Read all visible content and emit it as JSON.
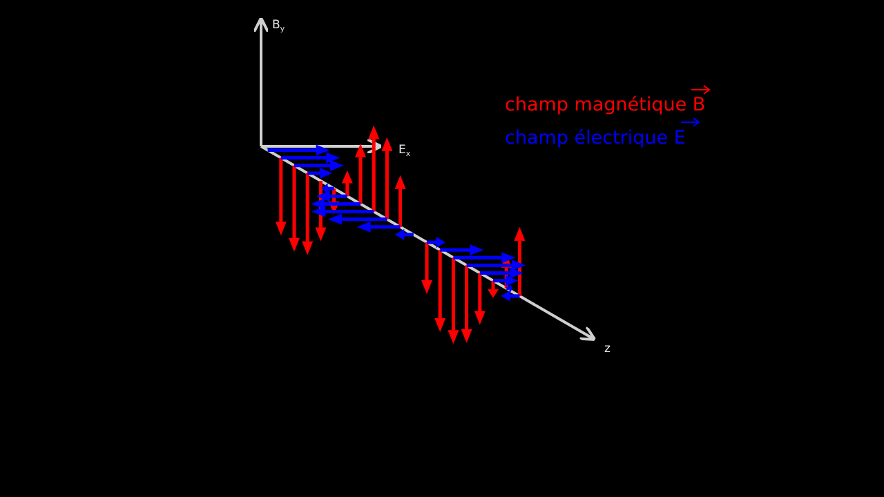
{
  "axes": {
    "vertical_label": "B",
    "vertical_subscript": "y",
    "horizontal_label": "E",
    "horizontal_subscript": "x",
    "propagation_label": "z"
  },
  "legend": {
    "magnetic_text": "champ magnétique",
    "magnetic_symbol": "B",
    "electric_text": "champ électrique",
    "electric_symbol": "E"
  },
  "colors": {
    "magnetic": "#ff0000",
    "electric": "#0000ff",
    "axis": "#cfcfcf",
    "background": "#000000"
  },
  "wave": {
    "magnetic_amplitudes": [
      0,
      -0.9,
      -1,
      -0.95,
      -0.7,
      -0.3,
      0.3,
      0.7,
      1,
      0.95,
      0.6,
      0,
      -0.6,
      -0.95,
      -1,
      -0.9,
      -0.6,
      -0.2,
      0.4,
      0.8
    ],
    "electric_amplitudes": [
      1,
      0.95,
      0.8,
      0.4,
      0,
      -0.2,
      -0.5,
      -0.8,
      -1,
      -0.95,
      -0.7,
      -0.3,
      0.3,
      0.7,
      1,
      0.95,
      0.7,
      0.4,
      0.1,
      -0.3
    ]
  }
}
